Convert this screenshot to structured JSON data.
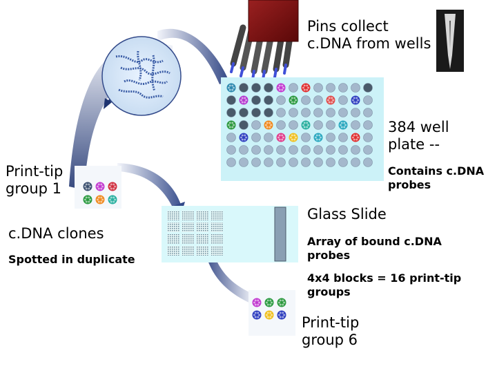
{
  "labels": {
    "pins": "Pins collect\nc.DNA from wells",
    "plate": "384 well\nplate --",
    "contains": "Contains c.DNA\nprobes",
    "glass_slide": "Glass Slide",
    "array": "Array of bound c.DNA\nprobes",
    "blocks": "4x4 blocks = 16 print-tip\ngroups",
    "print_tip_1": "Print-tip\ngroup 1",
    "cdna_clones": "c.DNA clones",
    "spotted": "Spotted in duplicate",
    "print_tip_6": "Print-tip\ngroup 6"
  },
  "colors": {
    "plate_bg": "#ccf2f8",
    "slide_bg": "#d9f8fb",
    "well_empty": "#a4b8cc",
    "well_dark": "#4a5a6a",
    "pin_head": "#7a1010",
    "pin_tip": "#3f4fd8",
    "arrow_dark": "#223a7a",
    "arrow_light": "#e8ecf6"
  }
}
